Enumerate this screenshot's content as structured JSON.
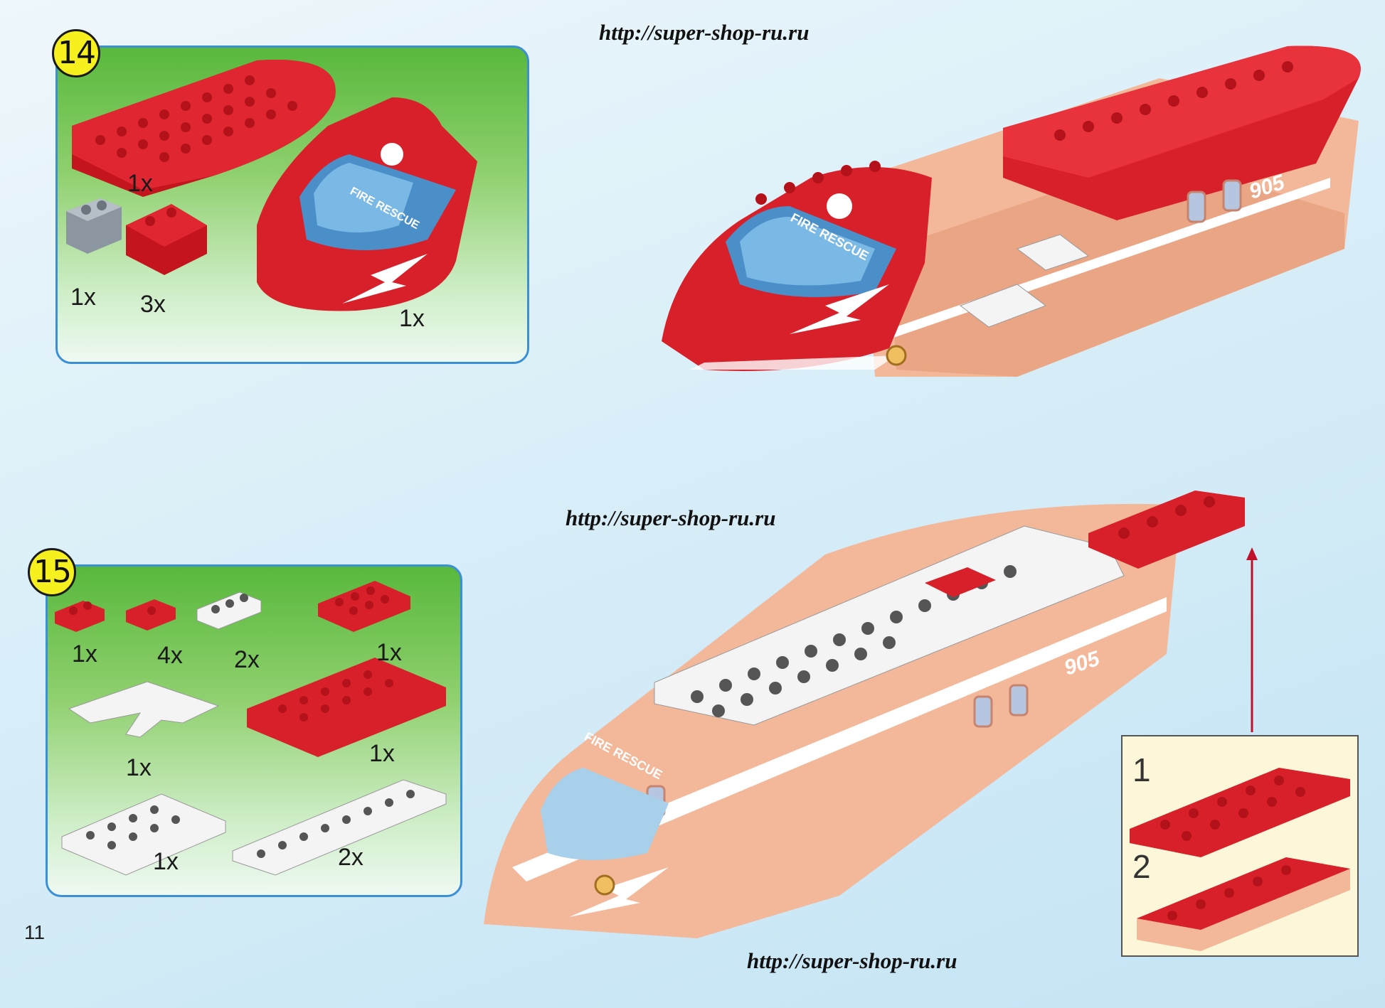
{
  "page": {
    "number": "11"
  },
  "watermark": {
    "top": "http://super-shop-ru.ru",
    "middle": "http://super-shop-ru.ru",
    "bottom": "http://super-shop-ru.ru"
  },
  "step14": {
    "number": "14",
    "quantities": [
      "1x",
      "1x",
      "3x",
      "1x"
    ],
    "cockpit_text": "FIRE RESCUE"
  },
  "step15": {
    "number": "15",
    "quantities": [
      "1x",
      "4x",
      "2x",
      "1x",
      "1x",
      "1x",
      "1x",
      "2x"
    ]
  },
  "model": {
    "fuselage_number": "905",
    "nose_text": "FIRE RESCUE"
  },
  "sub_assembly": {
    "steps": [
      "1",
      "2"
    ]
  },
  "colors": {
    "brick_red": "#d8202a",
    "peach": "#f3b89a",
    "white_brick": "#f4f4f4",
    "step_badge": "#f5f01e",
    "box_border": "#3b8fd6"
  }
}
